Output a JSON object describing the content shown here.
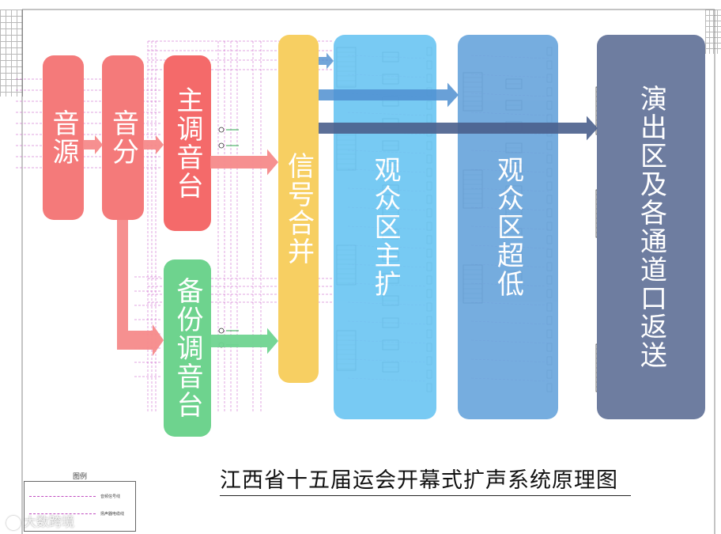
{
  "diagram": {
    "title": "江西省十五届运会开幕式扩声系统原理图",
    "blocks": {
      "source": "音源",
      "split": "音分",
      "main_console": "主调音台",
      "backup_console": "备份调音台",
      "signal_merge": "信号合并",
      "audience_main": "观众区主扩",
      "audience_sub": "观众区超低",
      "stage_return": "演出区及各通道口返送"
    },
    "legend": {
      "title": "图例",
      "items": [
        "音频信号线",
        "扬声器电缆线"
      ]
    },
    "watermark": "大数跨境",
    "colors": {
      "source": "#f47a7a",
      "split": "#f47a7a",
      "main_console": "#f46a6a",
      "backup_console": "#6ed38e",
      "signal_merge": "#f7cf62",
      "audience_main": "#6cc6f2",
      "audience_sub": "#6aa6dc",
      "stage_return": "#6e7da0",
      "arrow_red": "#f58a8a",
      "arrow_green": "#6fd490",
      "arrow_blue": "#4f8fd0",
      "arrow_navy": "#4a5f8c",
      "wire_magenta": "#c44cc4"
    }
  }
}
